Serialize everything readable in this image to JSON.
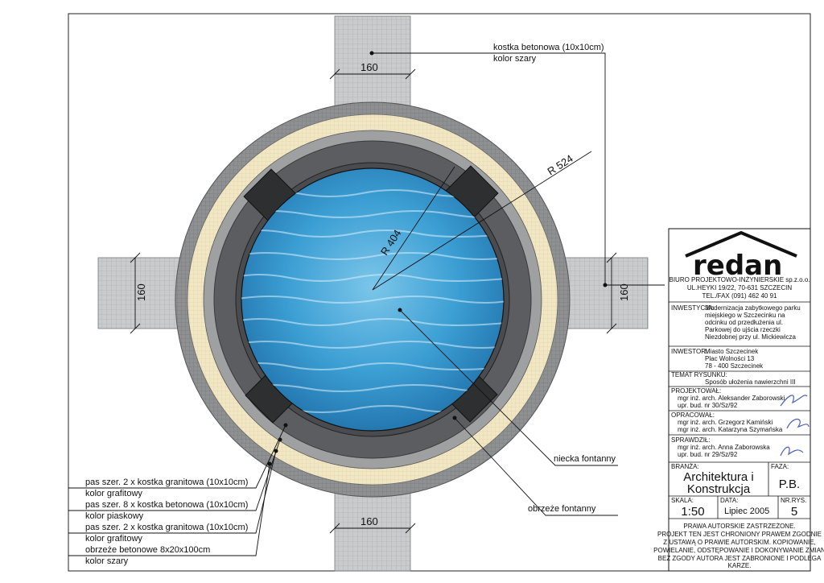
{
  "dimensions": {
    "top": "160",
    "left": "160",
    "right": "160",
    "bottom": "160",
    "radius_outer": "R 524",
    "radius_inner": "R 404"
  },
  "callouts": {
    "kostka_line1": "kostka betonowa (10x10cm)",
    "kostka_line2": "kolor szary",
    "niecka": "niecka fontanny",
    "obrzeze": "obrzeże fontanny"
  },
  "legend": [
    {
      "line1": "pas szer. 2 x kostka granitowa (10x10cm)",
      "line2": "kolor grafitowy"
    },
    {
      "line1": "pas szer. 8 x kostka betonowa (10x10cm)",
      "line2": "kolor piaskowy"
    },
    {
      "line1": "pas szer. 2 x kostka granitowa (10x10cm)",
      "line2": "kolor grafitowy"
    },
    {
      "line1": "obrzeże betonowe 8x20x100cm",
      "line2": "kolor szary"
    }
  ],
  "title_block": {
    "logo": "redan",
    "office_line1": "BIURO PROJEKTOWO-INŻYNIERSKIE sp.z.o.o.",
    "office_line2": "UL.HEYKI 19/22, 70-631 SZCZECIN",
    "office_line3": "TEL./FAX (091) 462 40 91",
    "inwestycja_label": "INWESTYCJA:",
    "inwestycja_lines": [
      "Modernizacja zabytkowego parku",
      "miejskiego w Szczecinku na",
      "odcinku od przedłużenia ul.",
      "Parkowej do ujścia rzeczki",
      "Niezdobnej przy ul. Mickiewicza"
    ],
    "inwestor_label": "INWESTOR:",
    "inwestor_lines": [
      "Miasto Szczecinek",
      "Plac Wolności 13",
      "78 - 400 Szczecinek"
    ],
    "temat_label": "TEMAT RYSUNKU:",
    "temat_value": "Sposób ułożenia nawierzchni III",
    "projektowal_label": "PROJEKTOWAŁ:",
    "projektowal_lines": [
      "mgr inż. arch. Aleksander Zaborowski",
      "upr. bud. nr 30/Sz/92"
    ],
    "opracowal_label": "OPRACOWAŁ:",
    "opracowal_lines": [
      "mgr inż. arch. Grzegorz Kamiński",
      "mgr inż. arch. Katarzyna Szymańska"
    ],
    "sprawdzil_label": "SPRAWDZIŁ:",
    "sprawdzil_lines": [
      "mgr inż. arch. Anna Zaborowska",
      "upr. bud. nr 29/Sz/92"
    ],
    "branza_label": "BRANŻA:",
    "branza_line1": "Architektura i",
    "branza_line2": "Konstrukcja",
    "faza_label": "FAZA:",
    "faza_value": "P.B.",
    "skala_label": "SKALA:",
    "skala_value": "1:50",
    "data_label": "DATA:",
    "data_value": "Lipiec 2005",
    "nrrys_label": "NR.RYS.",
    "nrrys_value": "5",
    "copyright_lines": [
      "PRAWA AUTORSKIE ZASTRZEŻONE.",
      "PROJEKT TEN JEST CHRONIONY PRAWEM ZGODNIE",
      "Z USTAWĄ O PRAWIE AUTORSKIM. KOPIOWANIE,",
      "POWIELANIE, ODSTĘPOWANIE I DOKONYWANIE ZMIAN",
      "BEZ ZGODY AUTORA JEST ZABRONIONE I PODLEGA",
      "KARZE."
    ]
  },
  "colors": {
    "path_gray": "#c9cbcd",
    "ring_gray": "#8f9092",
    "sand": "#f1e7c4",
    "granite": "#5c5d60",
    "granite_block": "#2e2f31",
    "water": "#3b9ed3"
  }
}
